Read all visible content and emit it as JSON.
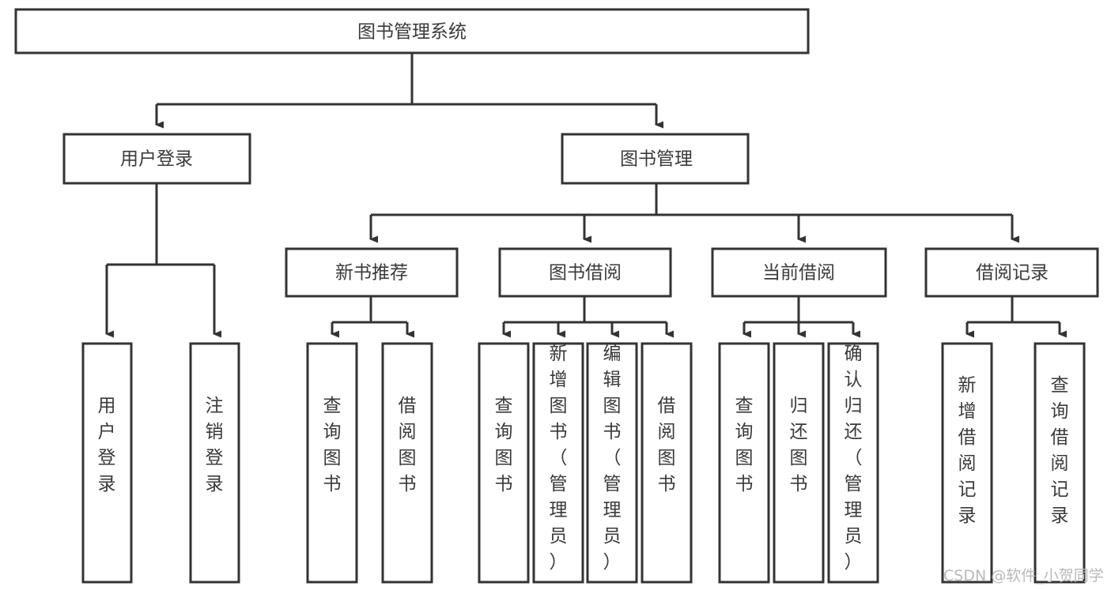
{
  "diagram": {
    "title": "图书管理系统",
    "type": "hierarchy-tree",
    "colors": {
      "box_stroke": "#333333",
      "box_fill": "#ffffff",
      "text": "#3a3a3a",
      "link": "#333333",
      "watermark": "#b9b9b9",
      "background": "#ffffff"
    },
    "root": {
      "label": "图书管理系统"
    },
    "level2": [
      {
        "label": "用户登录"
      },
      {
        "label": "图书管理"
      }
    ],
    "level3": [
      {
        "label": "新书推荐"
      },
      {
        "label": "图书借阅"
      },
      {
        "label": "当前借阅"
      },
      {
        "label": "借阅记录"
      }
    ],
    "leaves": {
      "user_login": [
        {
          "label": "用户登录"
        },
        {
          "label": "注销登录"
        }
      ],
      "new_book_recommend": [
        {
          "label": "查询图书"
        },
        {
          "label": "借阅图书"
        }
      ],
      "book_borrow": [
        {
          "label": "查询图书"
        },
        {
          "label": "新增图书（管理员）"
        },
        {
          "label": "编辑图书（管理员）"
        },
        {
          "label": "借阅图书"
        }
      ],
      "current_borrow": [
        {
          "label": "查询图书"
        },
        {
          "label": "归还图书"
        },
        {
          "label": "确认归还（管理员）"
        }
      ],
      "borrow_record": [
        {
          "label": "新增借阅记录"
        },
        {
          "label": "查询借阅记录"
        }
      ]
    },
    "watermark": "CSDN @软件_小贺同学"
  }
}
